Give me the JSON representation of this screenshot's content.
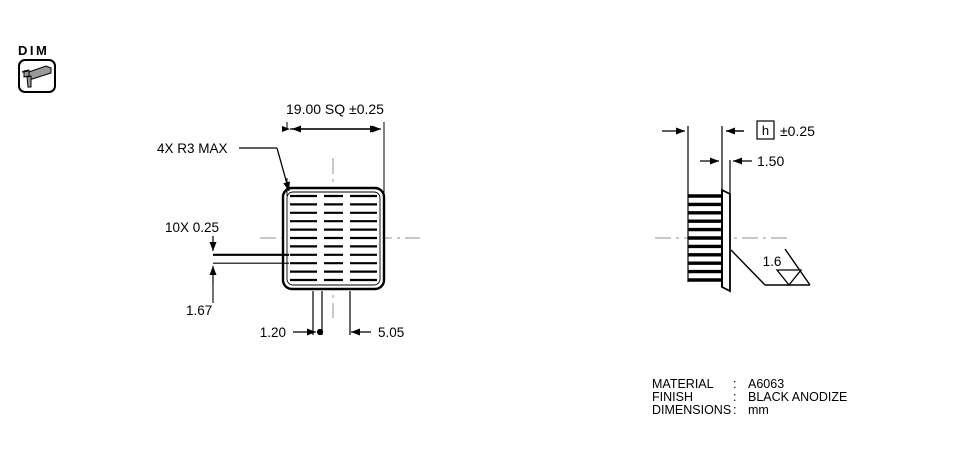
{
  "toolbar": {
    "dim_label": "DIM",
    "dim_icon": "caliper-icon",
    "icon_fill": "#9a9a9a"
  },
  "drawing": {
    "line_color": "#000000",
    "center_line_color": "#a8a8a8",
    "top_view": {
      "width_dim": "19.00 SQ ±0.25",
      "corner_note": "4X R3 MAX",
      "fin_pitch_note": "10X 0.25",
      "fin_gap_dim": "1.67",
      "bottom_dim_left": "1.20",
      "bottom_dim_right": "5.05",
      "fin_rows": 11,
      "fin_columns": 3
    },
    "side_view": {
      "height_dim": "h ±0.25",
      "height_symbol": "h",
      "height_tol": "±0.25",
      "base_dim": "1.50",
      "surface_finish": "1.6"
    }
  },
  "notes": {
    "rows": [
      {
        "label": "MATERIAL",
        "sep": ":",
        "value": "A6063"
      },
      {
        "label": "FINISH",
        "sep": ":",
        "value": "BLACK ANODIZE"
      },
      {
        "label": "DIMENSIONS",
        "sep": ":",
        "value": "mm"
      }
    ]
  }
}
